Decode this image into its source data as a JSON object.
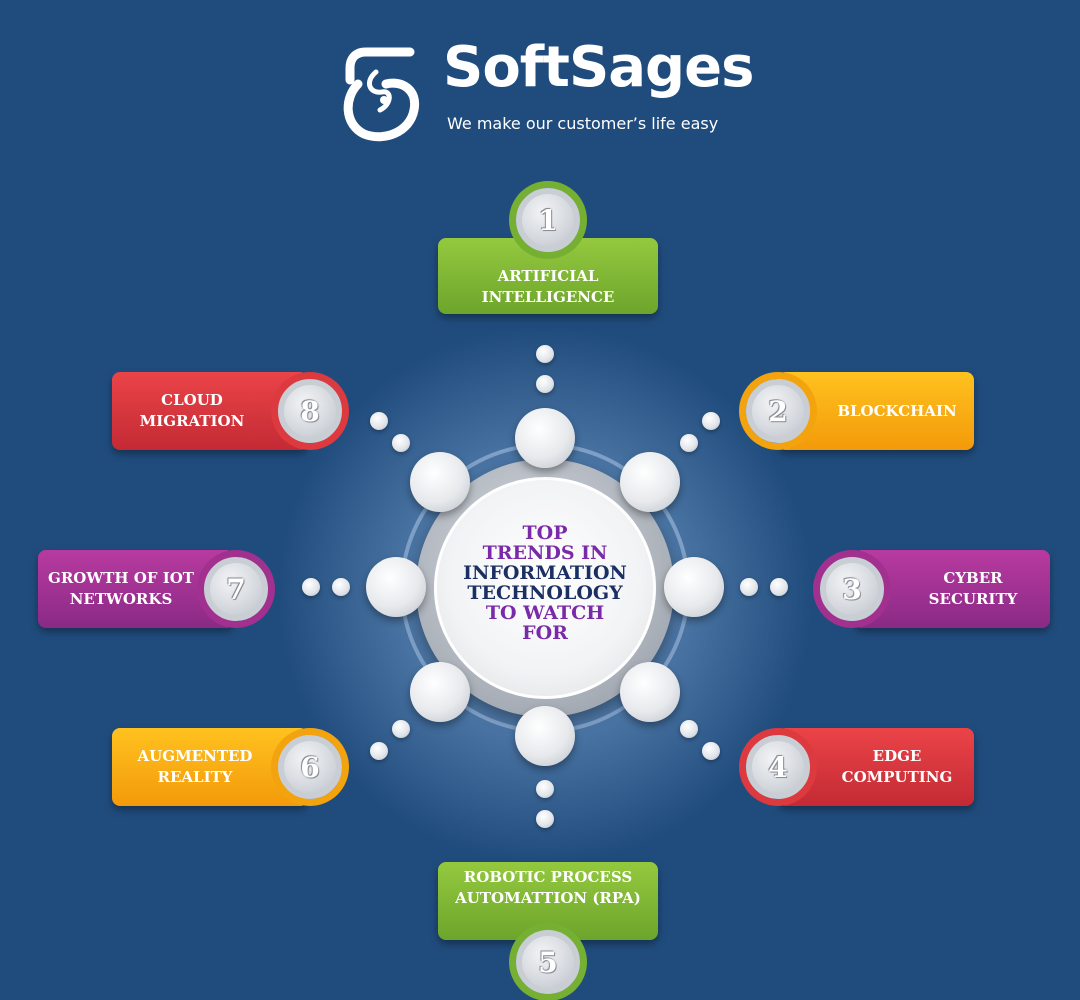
{
  "brand": {
    "name": "SoftSages",
    "tagline": "We make our customer’s life easy"
  },
  "hub": {
    "lines": [
      {
        "text": "TOP",
        "tone": "purple"
      },
      {
        "text": "TRENDS IN",
        "tone": "purple"
      },
      {
        "text": "INFORMATION",
        "tone": "navy"
      },
      {
        "text": "TECHNOLOGY",
        "tone": "navy"
      },
      {
        "text": "TO WATCH",
        "tone": "purple"
      },
      {
        "text": "FOR",
        "tone": "purple"
      }
    ]
  },
  "trends": [
    {
      "number": "1",
      "lines": [
        "ARTIFICIAL",
        "INTELLIGENCE"
      ],
      "color": "#82bb35"
    },
    {
      "number": "2",
      "lines": [
        "BLOCKCHAIN"
      ],
      "color": "#f7ad12"
    },
    {
      "number": "3",
      "lines": [
        "CYBER",
        "SECURITY"
      ],
      "color": "#a53394"
    },
    {
      "number": "4",
      "lines": [
        "EDGE",
        "COMPUTING"
      ],
      "color": "#d9393e"
    },
    {
      "number": "5",
      "lines": [
        "ROBOTIC PROCESS",
        "AUTOMATTION (RPA)"
      ],
      "color": "#82bb35"
    },
    {
      "number": "6",
      "lines": [
        "AUGMENTED",
        "REALITY"
      ],
      "color": "#f7ad12"
    },
    {
      "number": "7",
      "lines": [
        "GROWTH OF IOT",
        "NETWORKS"
      ],
      "color": "#a53394"
    },
    {
      "number": "8",
      "lines": [
        "CLOUD",
        "MIGRATION"
      ],
      "color": "#d9393e"
    }
  ]
}
